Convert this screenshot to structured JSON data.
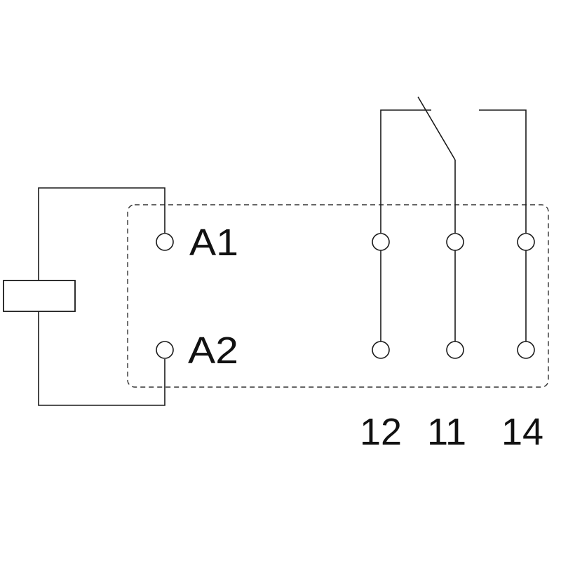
{
  "diagram": {
    "coil_terminals": [
      {
        "id": "A1",
        "label": "A1"
      },
      {
        "id": "A2",
        "label": "A2"
      }
    ],
    "contact_terminals": [
      {
        "id": "12",
        "label": "12"
      },
      {
        "id": "11",
        "label": "11"
      },
      {
        "id": "14",
        "label": "14"
      }
    ]
  }
}
